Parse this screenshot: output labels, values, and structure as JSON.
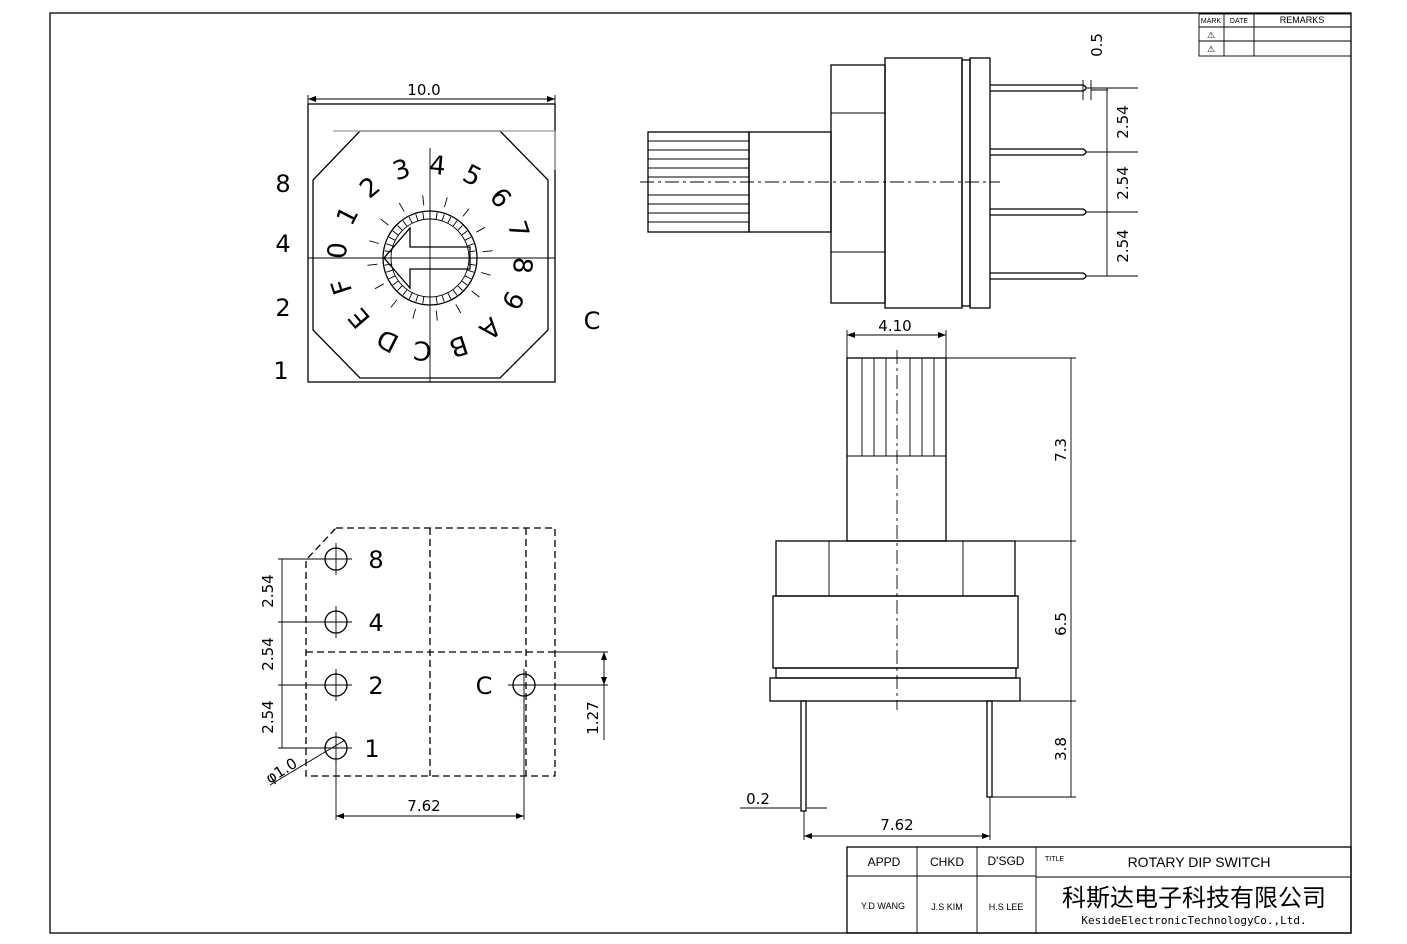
{
  "revision_table": {
    "headers": [
      "MARK",
      "DATE",
      "REMARKS"
    ],
    "marks": [
      "⚠",
      "⚠"
    ]
  },
  "top_view": {
    "width_dim": "10.0",
    "pin_labels": [
      "8",
      "4",
      "2",
      "1"
    ],
    "common_label": "C",
    "dial_positions": [
      "0",
      "1",
      "2",
      "3",
      "4",
      "5",
      "6",
      "7",
      "8",
      "9",
      "A",
      "B",
      "C",
      "D",
      "E",
      "F"
    ]
  },
  "side_view": {
    "pin_offset_dim": "0.5",
    "pin_pitch_dims": [
      "2.54",
      "2.54",
      "2.54"
    ]
  },
  "footprint": {
    "pin_labels": [
      "8",
      "4",
      "2",
      "1"
    ],
    "common_label": "C",
    "pitch_dims": [
      "2.54",
      "2.54",
      "2.54"
    ],
    "offset_dim": "1.27",
    "span_dim": "7.62",
    "hole_dim": "φ1.0"
  },
  "front_view": {
    "shaft_width_dim": "4.10",
    "height_dims": [
      "7.3",
      "6.5",
      "3.8"
    ],
    "pin_width_dim": "0.2",
    "pin_span_dim": "7.62"
  },
  "title_block": {
    "headers": [
      "APPD",
      "CHKD",
      "D'SGD"
    ],
    "names": [
      "Y.D WANG",
      "J.S KIM",
      "H.S LEE"
    ],
    "title_label": "TITLE",
    "title": "ROTARY DIP SWITCH",
    "company_cn": "科斯达电子科技有限公司",
    "company_en": "KesideElectronicTechnologyCo.,Ltd."
  }
}
